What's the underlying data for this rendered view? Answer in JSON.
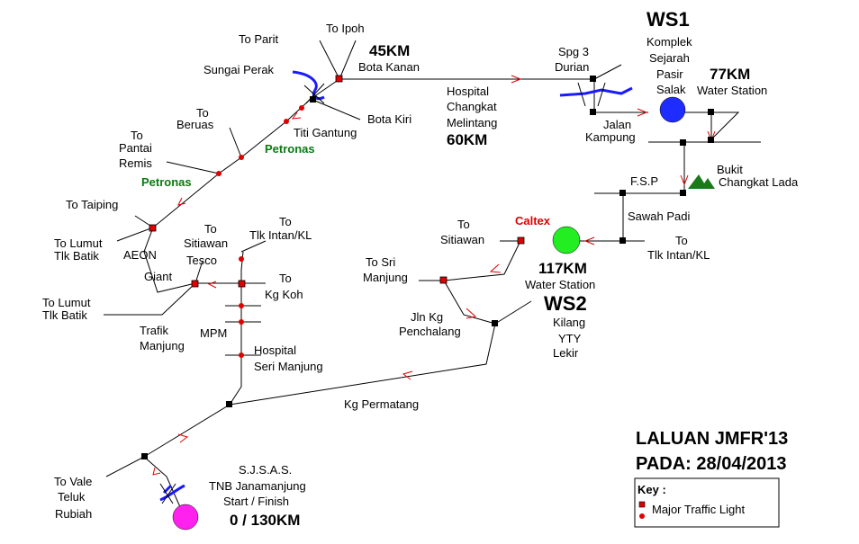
{
  "title": {
    "line1": "LALUAN JMFR'13",
    "line2": "PADA: 28/04/2013"
  },
  "key": {
    "heading": "Key :",
    "item": "Major Traffic Light"
  },
  "stations": {
    "ws1": {
      "id": "WS1",
      "name": [
        "Komplek",
        "Sejarah",
        "Pasir",
        "Salak"
      ],
      "km": "77KM",
      "type": "Water Station",
      "color": "#1f2cff"
    },
    "ws2": {
      "id": "WS2",
      "name": [
        "Kilang",
        "YTY",
        "Lekir"
      ],
      "km": "117KM",
      "type": "Water Station",
      "color": "#22ee22"
    },
    "start": {
      "name": [
        "S.J.S.A.S.",
        "TNB Janamanjung",
        "Start / Finish"
      ],
      "km": "0 / 130KM",
      "color": "#ff22ee"
    },
    "km45": "45KM",
    "km60": "60KM"
  },
  "labels": {
    "to_ipoh": "To Ipoh",
    "to_parit": "To Parit",
    "sungai_perak": "Sungai Perak",
    "bota_kanan": "Bota Kanan",
    "bota_kiri": "Bota Kiri",
    "titi_gantung": "Titi Gantung",
    "petronas": "Petronas",
    "to_beruas": [
      "To",
      "Beruas"
    ],
    "to_pantai_remis": [
      "To",
      "Pantai",
      "Remis"
    ],
    "to_taiping": "To Taiping",
    "to_lumut_1": [
      "To Lumut",
      "Tlk Batik"
    ],
    "aeon": "AEON",
    "giant": "Giant",
    "to_sitiawan_tesco": [
      "To",
      "Sitiawan",
      "Tesco"
    ],
    "to_tlk_intan_1": [
      "To",
      "Tlk Intan/KL"
    ],
    "to_kg_koh": [
      "To",
      "Kg Koh"
    ],
    "to_lumut_2": [
      "To Lumut",
      "Tlk Batik"
    ],
    "trafik_manjung": [
      "Trafik",
      "Manjung"
    ],
    "mpm": "MPM",
    "hospital_seri_manjung": [
      "Hospital",
      "Seri Manjung"
    ],
    "hospital_changkat": [
      "Hospital",
      "Changkat",
      "Melintang"
    ],
    "spg3_durian": [
      "Spg 3",
      "Durian"
    ],
    "jalan_kampung": [
      "Jalan",
      "Kampung"
    ],
    "bukit_changkat": [
      "Bukit",
      "Changkat Lada"
    ],
    "fsp": "F.S.P",
    "sawah_padi": "Sawah Padi",
    "to_tlk_intan_2": [
      "To",
      "Tlk Intan/KL"
    ],
    "caltex": "Caltex",
    "to_sitiawan_2": [
      "To",
      "Sitiawan"
    ],
    "to_sri_manjung": [
      "To Sri",
      "Manjung"
    ],
    "jln_kg_penchalang": [
      "Jln Kg",
      "Penchalang"
    ],
    "kg_permatang": "Kg Permatang",
    "to_vale": [
      "To Vale",
      "Teluk",
      "Rubiah"
    ]
  },
  "colors": {
    "arrow": "#e00000",
    "river": "#1a1aff",
    "hill": "#1a7a1a",
    "hospital": "#e00000",
    "traffic_light": "#e00000"
  }
}
